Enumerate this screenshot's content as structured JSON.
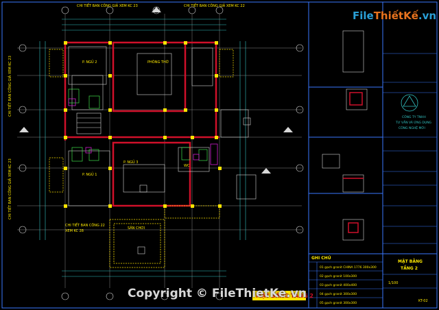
{
  "labels": {
    "top_detail_left": "CHI TIẾT BAN CÔNG GIẢ XEM KC 23",
    "top_detail_right": "CHI TIẾT BAN CÔNG GIẢ XEM KC 22",
    "left_detail_1": "CHI TIẾT BAN CÔNG GIẢ XEM KC 23",
    "left_detail_2": "CHI TIẾT BAN CÔNG GIẢ XEM KC 23",
    "room_ngu_2": "P. NGỦ 2",
    "room_tho": "PHÒNG THỜ",
    "room_ngu_1": "P. NGỦ 1",
    "room_ngu_3": "P. NGỦ 3",
    "room_wc": "WC",
    "room_san_choi": "SÂN CHƠI",
    "bottom_detail": "CHI TIẾT BAN CÔNG 22",
    "bottom_detail_2": "XEM KC 28",
    "title_plan": "MẶT BẰNG TẦNG 2",
    "notes_title": "GHI CHÚ",
    "notes": [
      "01 gạch granit CHINA 1776 300x300",
      "02 gạch granit 100x300",
      "03 gạch granit 400x400",
      "04 gạch granit 300x300",
      "05 gạch granit 300x300"
    ],
    "tb_company_1": "CÔNG TY TNHH",
    "tb_company_2": "TƯ VẤN VÀ ỨNG DỤNG",
    "tb_company_3": "CÔNG NGHỆ MỚI",
    "tb_sheet_title_1": "MẶT BẰNG",
    "tb_sheet_title_2": "TẦNG 2",
    "tb_sheet_no": "KT-02",
    "tb_scale": "1/100",
    "logo_main": "File",
    "logo_accent": "ThiếtKế",
    "logo_domain": ".vn",
    "copyright": "Copyright © FileThietKe.vn"
  },
  "colors": {
    "background": "#000000",
    "wall_red": "#d0102a",
    "column_yellow": "#ffe400",
    "grid_white": "#cfcfcf",
    "dim_cyan": "#33c3c3",
    "text_yellow": "#ffea00",
    "green": "#3fe04a",
    "blue_frame": "#3a78ff",
    "magenta": "#d11fd1",
    "logo_blue": "#2a9fd6",
    "logo_orange": "#e8731e"
  }
}
